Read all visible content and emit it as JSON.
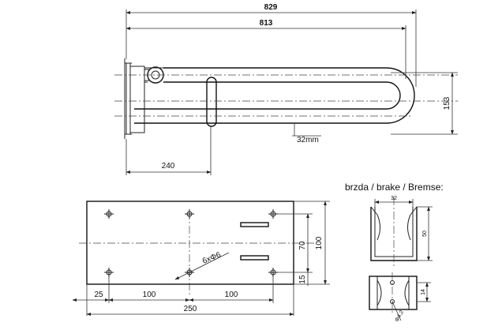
{
  "dimensions": {
    "overall_length": "829",
    "rail_length": "813",
    "height": "153",
    "tube": "32mm",
    "mount_offset": "240",
    "plate_width": "250",
    "plate_height": "100",
    "hole_spacing_a": "100",
    "hole_spacing_b": "100",
    "edge_offset": "25",
    "hole_row_offset": "70",
    "bottom_offset": "15",
    "holes": "6xΦ6"
  },
  "brake": {
    "heading": "brzda / brake / Bremse:",
    "width": "32",
    "length": "50",
    "depth": "14",
    "hole": "Φ4,2"
  }
}
